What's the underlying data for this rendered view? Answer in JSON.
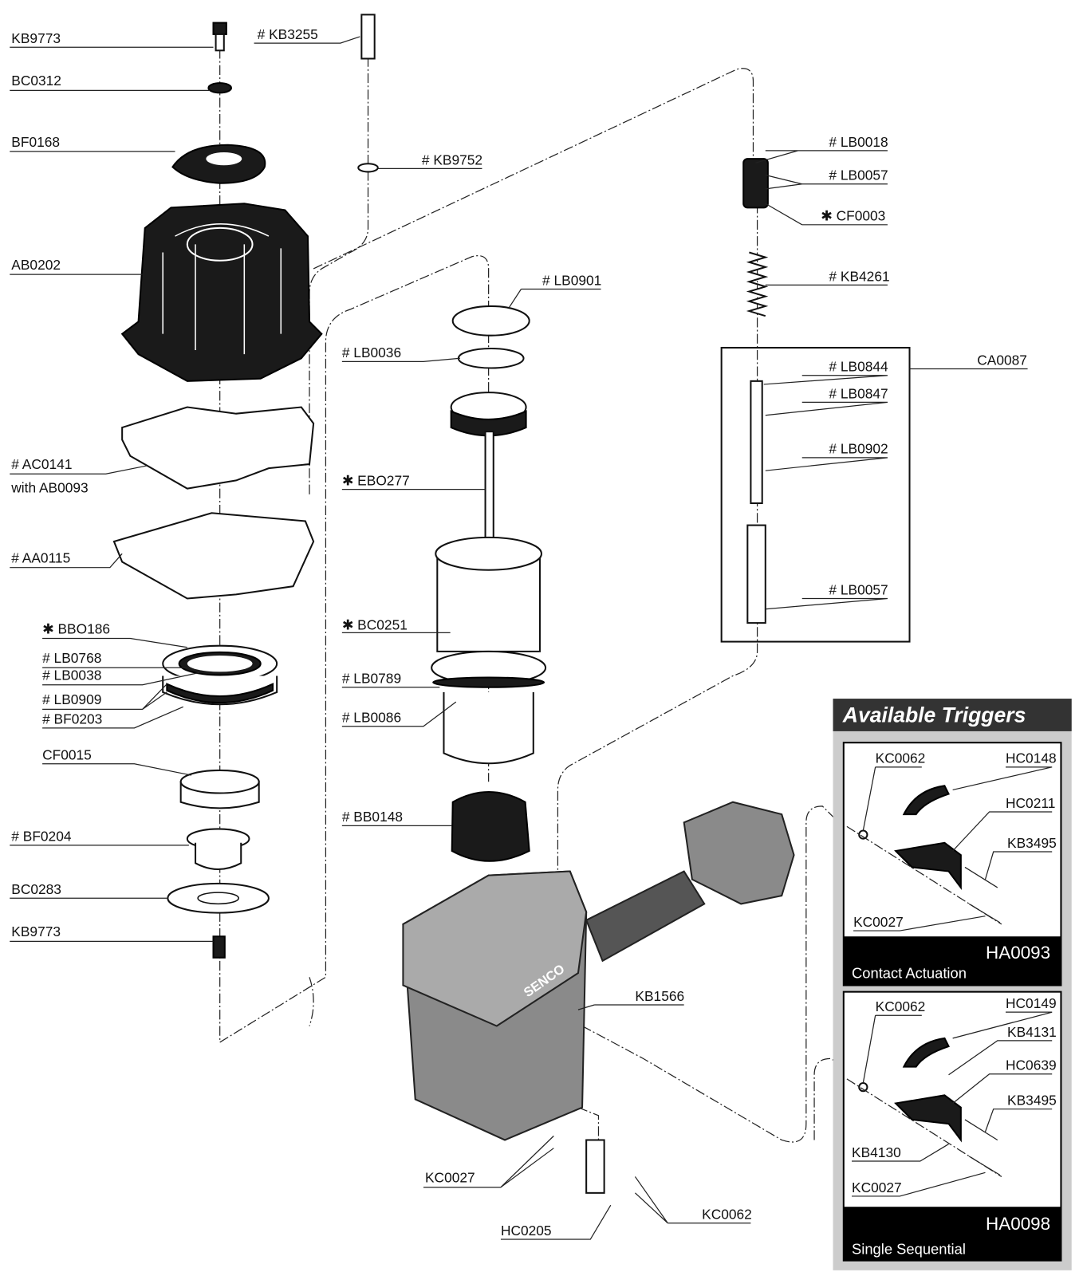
{
  "left": [
    "KB9773",
    "BC0312",
    "BF0168",
    "AB0202",
    "# AC0141",
    "with AB0093",
    "# AA0115",
    "✱ BBO186",
    "# LB0768",
    "# LB0038",
    "# LB0909",
    "# BF0203",
    "CF0015",
    "# BF0204",
    "BC0283",
    "KB9773"
  ],
  "middle": [
    "# KB3255",
    "# KB9752",
    "# LB0901",
    "# LB0036",
    "✱ EBO277",
    "✱ BC0251",
    "# LB0789",
    "# LB0086",
    "# BB0148"
  ],
  "right": [
    "# LB0018",
    "# LB0057",
    "✱ CF0003",
    "# KB4261",
    "CA0087",
    "# LB0844",
    "# LB0847",
    "# LB0902",
    "# LB0057"
  ],
  "bottom": [
    "KB1566",
    "KC0027",
    "HC0205",
    "KC0062"
  ],
  "brand": "SENCO",
  "triggers": {
    "title": "Available Triggers",
    "kits": [
      {
        "code": "HA0093",
        "name": "Contact Actuation",
        "parts": [
          "KC0062",
          "HC0148",
          "HC0211",
          "KB3495",
          "KC0027"
        ]
      },
      {
        "code": "HA0098",
        "name": "Single Sequential",
        "parts": [
          "KC0062",
          "HC0149",
          "KB4131",
          "HC0639",
          "KB3495",
          "KB4130",
          "KC0027"
        ]
      }
    ]
  },
  "colors": {
    "panel": "#cccccc",
    "header": "#333333",
    "footer": "#000000",
    "body": "#8a8a8a"
  }
}
